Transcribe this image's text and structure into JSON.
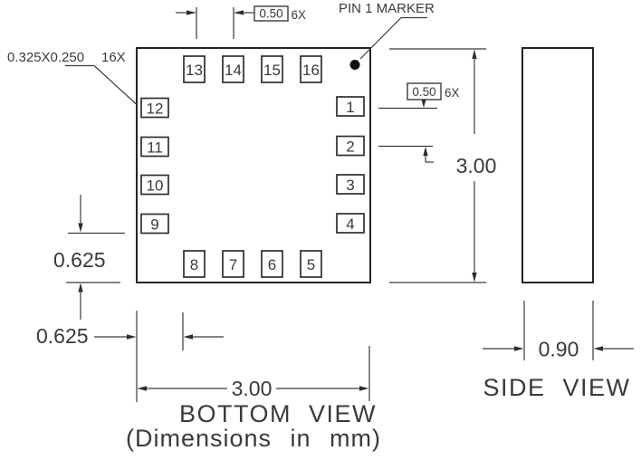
{
  "labels": {
    "pin1_marker": "PIN 1 MARKER",
    "pad_size": "0.325X0.250",
    "pad_size_count": "16X",
    "pitch_top_value": "0.50",
    "pitch_top_count": "6X",
    "pitch_right_value": "0.50",
    "pitch_right_count": "6X",
    "offset_vertical": "0.625",
    "offset_horizontal": "0.625",
    "body_height": "3.00",
    "body_width": "3.00",
    "thickness": "0.90",
    "bottom_view": "BOTTOM VIEW",
    "side_view": "SIDE VIEW",
    "units_note": "(Dimensions in mm)"
  },
  "pads": {
    "top": [
      "13",
      "14",
      "15",
      "16"
    ],
    "right": [
      "1",
      "2",
      "3",
      "4"
    ],
    "bottom": [
      "8",
      "7",
      "6",
      "5"
    ],
    "left": [
      "12",
      "11",
      "10",
      "9"
    ]
  }
}
